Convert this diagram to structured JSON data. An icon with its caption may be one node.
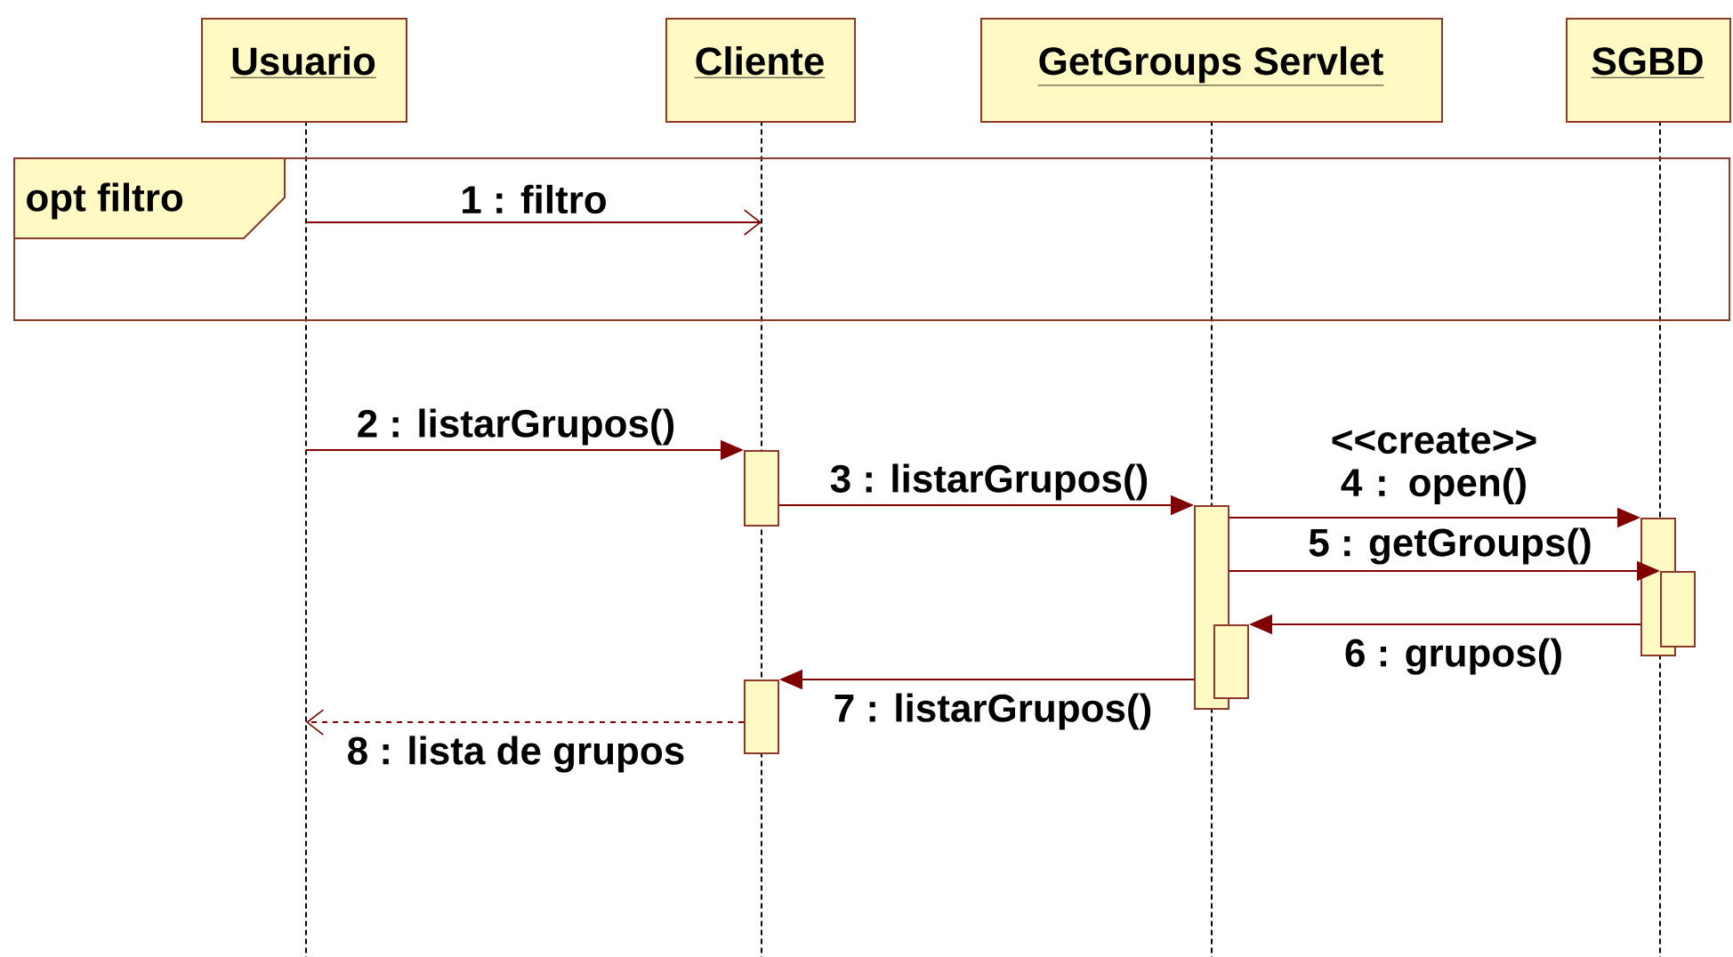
{
  "diagram": {
    "nodes": [
      {
        "text": [
          "Usuario"
        ]
      },
      {
        "text": [
          "Cliente"
        ]
      },
      {
        "text": [
          "GetGroups Servlet"
        ]
      },
      {
        "text": [
          "SGBD"
        ]
      },
      {
        "text": [
          "opt filtro"
        ]
      },
      {
        "text": [],
        "shape": "line"
      },
      {
        "text": [],
        "shape": "line"
      },
      {
        "text": [],
        "shape": "line"
      },
      {
        "text": [],
        "shape": "line"
      },
      {
        "text": [],
        "shape": "bar"
      },
      {
        "text": [],
        "shape": "bar"
      },
      {
        "text": [],
        "shape": "bar"
      },
      {
        "text": [],
        "shape": "bar"
      },
      {
        "text": [],
        "shape": "bar"
      },
      {
        "text": [],
        "shape": "bar"
      }
    ],
    "edges": [
      {
        "from": 5,
        "to": 6,
        "arrow": "to",
        "label": "1 : filtro"
      },
      {
        "from": 5,
        "to": 9,
        "arrow": "to",
        "label": "2 : listarGrupos()"
      },
      {
        "from": 9,
        "to": 11,
        "arrow": "to",
        "label": "3 : listarGrupos()"
      },
      {
        "from": 11,
        "to": 13,
        "arrow": "to",
        "label": "<<create>> 4 : open()"
      },
      {
        "from": 11,
        "to": 14,
        "arrow": "to",
        "label": "5 : getGroups()"
      },
      {
        "from": 13,
        "to": 12,
        "arrow": "to",
        "label": "6 : grupos()"
      },
      {
        "from": 11,
        "to": 10,
        "arrow": "to",
        "label": "7 : listarGrupos()"
      },
      {
        "from": 10,
        "to": 5,
        "arrow": "to",
        "label": "8 : lista de grupos",
        "style": "dashed"
      }
    ]
  }
}
